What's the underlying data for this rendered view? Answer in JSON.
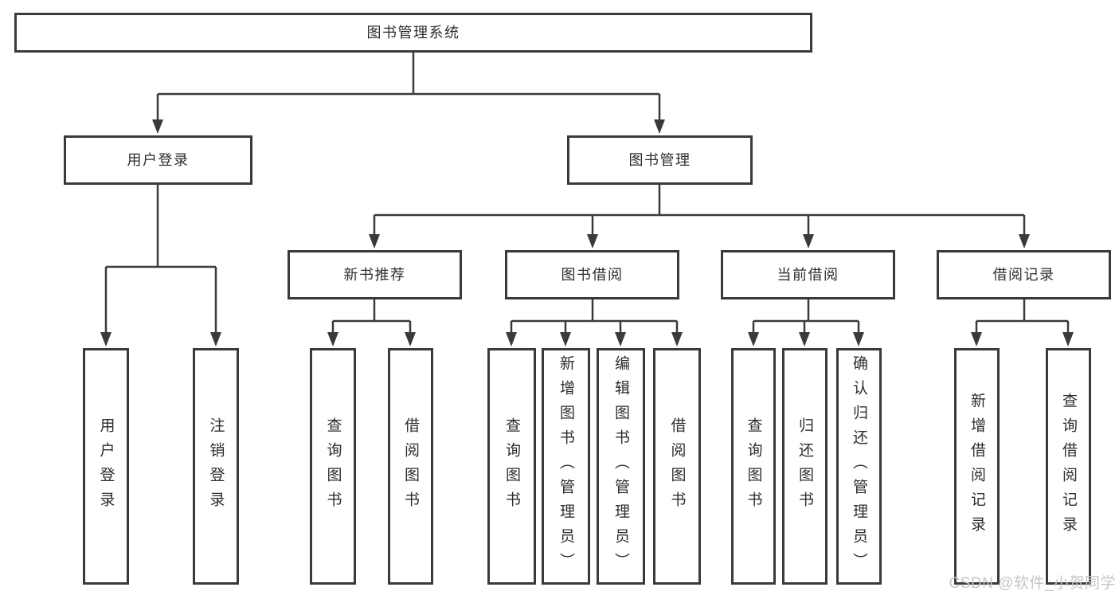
{
  "tree": {
    "root": "图书管理系统",
    "user_login": "用户登录",
    "book_mgmt": "图书管理",
    "logout_leaf": "注销登录",
    "user_login_leaf": "用户登录",
    "new_book_rec": "新书推荐",
    "book_borrow": "图书借阅",
    "current_borrow": "当前借阅",
    "borrow_record": "借阅记录",
    "query_book_a": "查询图书",
    "borrow_book_a": "借阅图书",
    "query_book_b": "查询图书",
    "add_book_admin": "新增图书（管理员）",
    "edit_book_admin": "编辑图书（管理员）",
    "borrow_book_b": "借阅图书",
    "query_book_c": "查询图书",
    "return_book": "归还图书",
    "confirm_return_admin": "确认归还（管理员）",
    "add_borrow_record": "新增借阅记录",
    "query_borrow_record": "查询借阅记录"
  },
  "watermark": "CSDN @软件_小贺同学",
  "colors": {
    "line": "#3a3a3a",
    "border": "#3a3a3a",
    "text": "#2d2d2d",
    "watermark": "#c5c5c5",
    "background": "#ffffff"
  }
}
